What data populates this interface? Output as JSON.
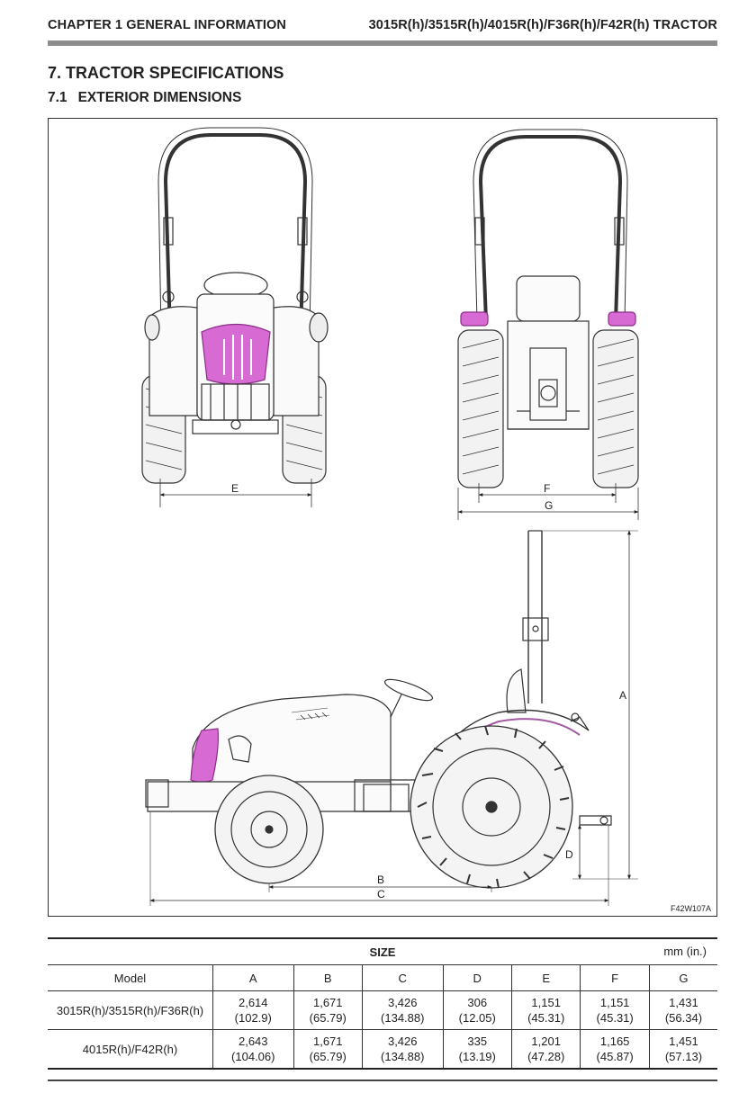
{
  "header": {
    "chapter": "CHAPTER 1  GENERAL INFORMATION",
    "models": "3015R(h)/3515R(h)/4015R(h)/F36R(h)/F42R(h) TRACTOR"
  },
  "section_title": "7. TRACTOR SPECIFICATIONS",
  "subsection": {
    "number": "7.1",
    "title": "EXTERIOR DIMENSIONS"
  },
  "figure": {
    "code": "F42W107A",
    "dim_labels": {
      "A": "A",
      "B": "B",
      "C": "C",
      "D": "D",
      "E": "E",
      "F": "F",
      "G": "G"
    },
    "accent_color": "#d86ad3"
  },
  "table": {
    "caption": "SIZE",
    "unit": "mm (in.)",
    "columns": [
      "Model",
      "A",
      "B",
      "C",
      "D",
      "E",
      "F",
      "G"
    ],
    "rows": [
      {
        "model": "3015R(h)/3515R(h)/F36R(h)",
        "cells": [
          [
            "2,614",
            "(102.9)"
          ],
          [
            "1,671",
            "(65.79)"
          ],
          [
            "3,426",
            "(134.88)"
          ],
          [
            "306",
            "(12.05)"
          ],
          [
            "1,151",
            "(45.31)"
          ],
          [
            "1,151",
            "(45.31)"
          ],
          [
            "1,431",
            "(56.34)"
          ]
        ]
      },
      {
        "model": "4015R(h)/F42R(h)",
        "cells": [
          [
            "2,643",
            "(104.06)"
          ],
          [
            "1,671",
            "(65.79)"
          ],
          [
            "3,426",
            "(134.88)"
          ],
          [
            "335",
            "(13.19)"
          ],
          [
            "1,201",
            "(47.28)"
          ],
          [
            "1,165",
            "(45.87)"
          ],
          [
            "1,451",
            "(57.13)"
          ]
        ]
      }
    ]
  }
}
